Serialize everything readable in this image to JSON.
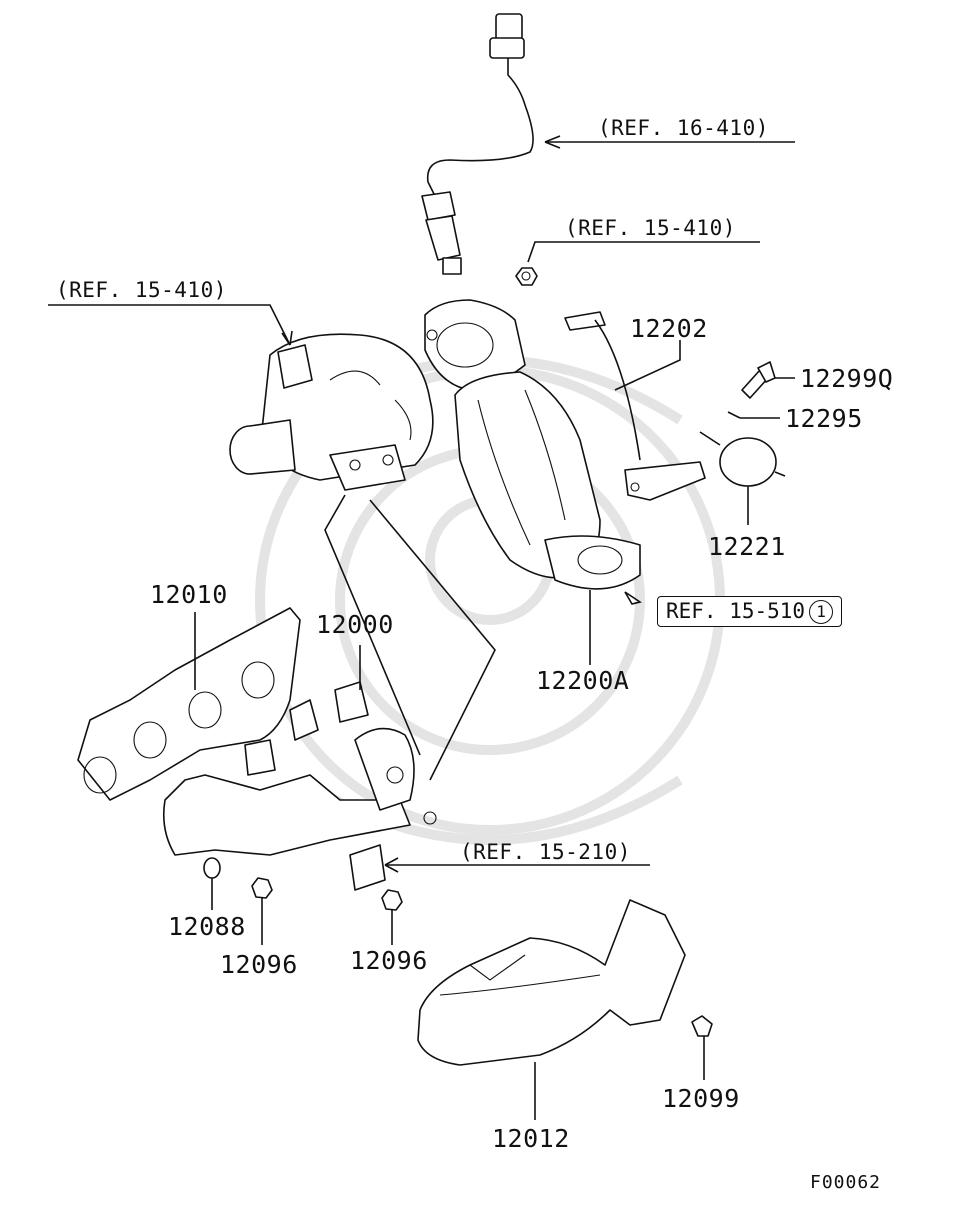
{
  "refs": {
    "sensor_ref": "(REF. 16-410)",
    "nut_ref": "(REF. 15-410)",
    "turbo_ref": "(REF. 15-410)",
    "manifold_ref": "(REF. 15-210)",
    "exhaust_ref": "REF. 15-510",
    "exhaust_ref_circle": "1"
  },
  "parts": {
    "p12202": "12202",
    "p12299q": "12299Q",
    "p12295": "12295",
    "p12221": "12221",
    "p12200a": "12200A",
    "p12010": "12010",
    "p12000": "12000",
    "p12088": "12088",
    "p12096a": "12096",
    "p12096b": "12096",
    "p12099": "12099",
    "p12012": "12012"
  },
  "figure_id": "F00062"
}
